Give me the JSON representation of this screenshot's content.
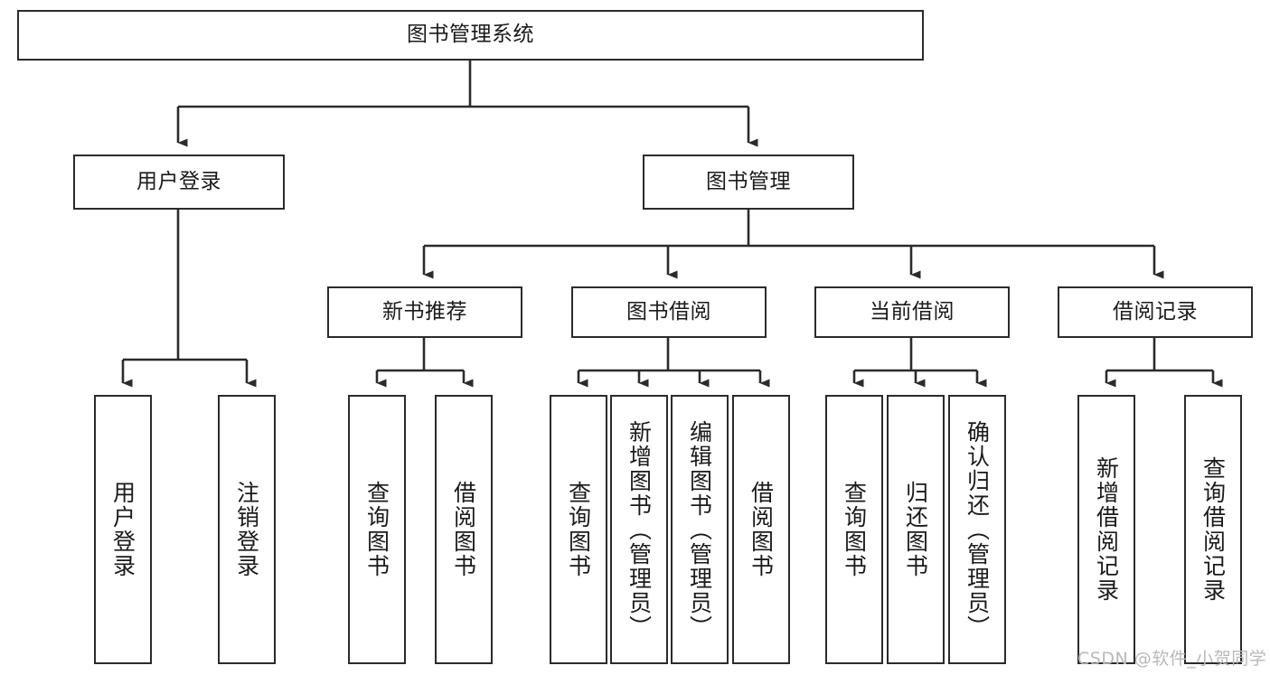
{
  "diagram": {
    "title": "图书管理系统",
    "type": "tree",
    "orientation": "top-down",
    "line_color": "#2b2b2b",
    "box_fill": "#ffffff",
    "text_color": "#1a1a1a",
    "root": {
      "id": "root",
      "label": "图书管理系统"
    },
    "level1": [
      {
        "id": "user-login",
        "label": "用户登录"
      },
      {
        "id": "book-manage",
        "label": "图书管理"
      }
    ],
    "level2": [
      {
        "id": "new-book-recommend",
        "label": "新书推荐",
        "parent": "book-manage"
      },
      {
        "id": "book-borrow",
        "label": "图书借阅",
        "parent": "book-manage"
      },
      {
        "id": "current-borrow",
        "label": "当前借阅",
        "parent": "book-manage"
      },
      {
        "id": "borrow-record",
        "label": "借阅记录",
        "parent": "book-manage"
      }
    ],
    "leaves": {
      "user-login": [
        {
          "id": "leaf-user-login",
          "label": "用户登录"
        },
        {
          "id": "leaf-user-logout",
          "label": "注销登录"
        }
      ],
      "new-book-recommend": [
        {
          "id": "leaf-query-book-1",
          "label": "查询图书"
        },
        {
          "id": "leaf-borrow-book-1",
          "label": "借阅图书"
        }
      ],
      "book-borrow": [
        {
          "id": "leaf-query-book-2",
          "label": "查询图书"
        },
        {
          "id": "leaf-add-book",
          "label": "新增图书（管理员）"
        },
        {
          "id": "leaf-edit-book",
          "label": "编辑图书（管理员）"
        },
        {
          "id": "leaf-borrow-book-2",
          "label": "借阅图书"
        }
      ],
      "current-borrow": [
        {
          "id": "leaf-query-book-3",
          "label": "查询图书"
        },
        {
          "id": "leaf-return-book",
          "label": "归还图书"
        },
        {
          "id": "leaf-confirm-return",
          "label": "确认归还（管理员）"
        }
      ],
      "borrow-record": [
        {
          "id": "leaf-add-record",
          "label": "新增借阅记录"
        },
        {
          "id": "leaf-query-record",
          "label": "查询借阅记录"
        }
      ]
    }
  },
  "watermark": {
    "text": "CSDN @软件_小贺同学",
    "color": "#b9b9b9"
  }
}
